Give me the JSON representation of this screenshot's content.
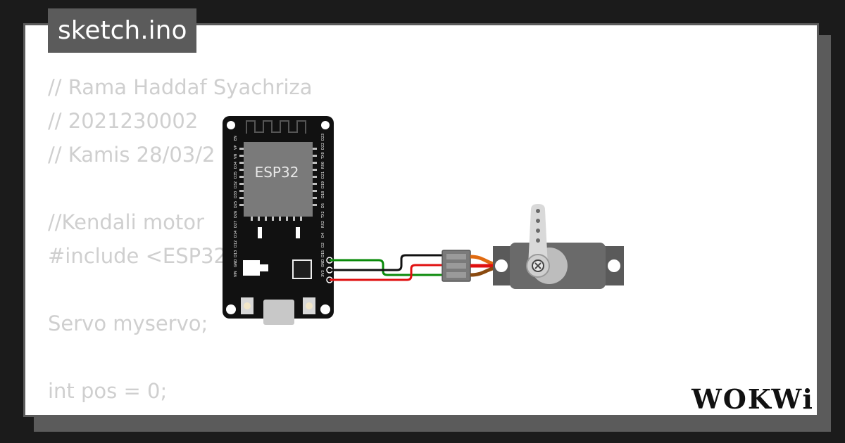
{
  "file_tab": {
    "label": "sketch.ino"
  },
  "code_lines": [
    "// Rama Haddaf Syachriza",
    "// 2021230002",
    "// Kamis 28/03/2",
    "",
    "//Kendali motor",
    "#include <ESP32",
    "",
    "Servo myservo;",
    "",
    "int pos = 0;"
  ],
  "board": {
    "label": "ESP32",
    "left_pins": [
      "EN",
      "VP",
      "VN",
      "D34",
      "D35",
      "D32",
      "D33",
      "D25",
      "D26",
      "D27",
      "D14",
      "D12",
      "D13",
      "GND",
      "VIN"
    ],
    "right_pins": [
      "D23",
      "D22",
      "TX0",
      "RX0",
      "D21",
      "D19",
      "D18",
      "D5",
      "TX2",
      "RX2",
      "D4",
      "D2",
      "D15",
      "GND",
      "3V3"
    ]
  },
  "logo": {
    "text": "WOKWi"
  },
  "colors": {
    "background": "#1b1b1b",
    "card": "#ffffff",
    "frame": "#5b5b5b",
    "code_text": "#cfcfcf",
    "board": "#111111",
    "wire_green": "#0a8a0a",
    "wire_black": "#111111",
    "wire_red": "#e01010",
    "servo_body": "#5a5a5a"
  }
}
